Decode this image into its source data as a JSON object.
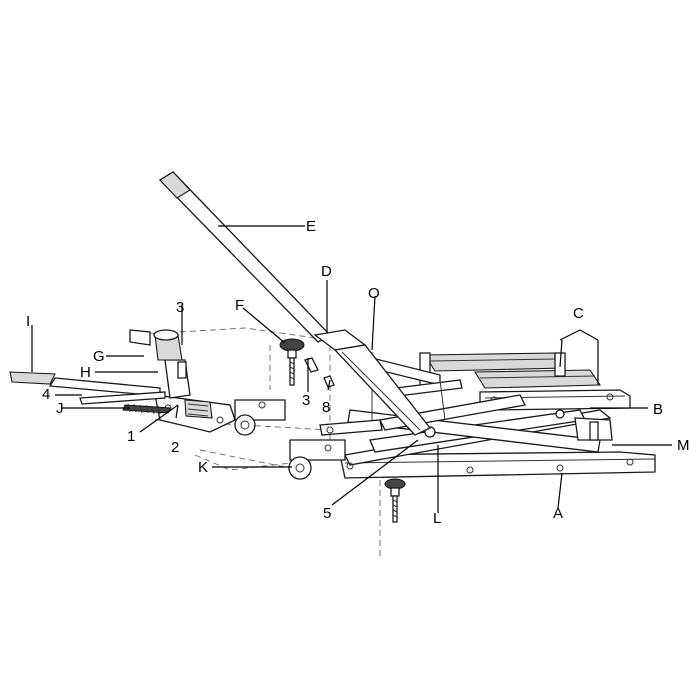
{
  "labels": {
    "A": "A",
    "B": "B",
    "C": "C",
    "D": "D",
    "E": "E",
    "F": "F",
    "G": "G",
    "H": "H",
    "I": "I",
    "J": "J",
    "K": "K",
    "L": "L",
    "M": "M",
    "O": "O",
    "n1": "1",
    "n2": "2",
    "n3a": "3",
    "n3b": "3",
    "n4": "4",
    "n5": "5",
    "n8": "8"
  }
}
